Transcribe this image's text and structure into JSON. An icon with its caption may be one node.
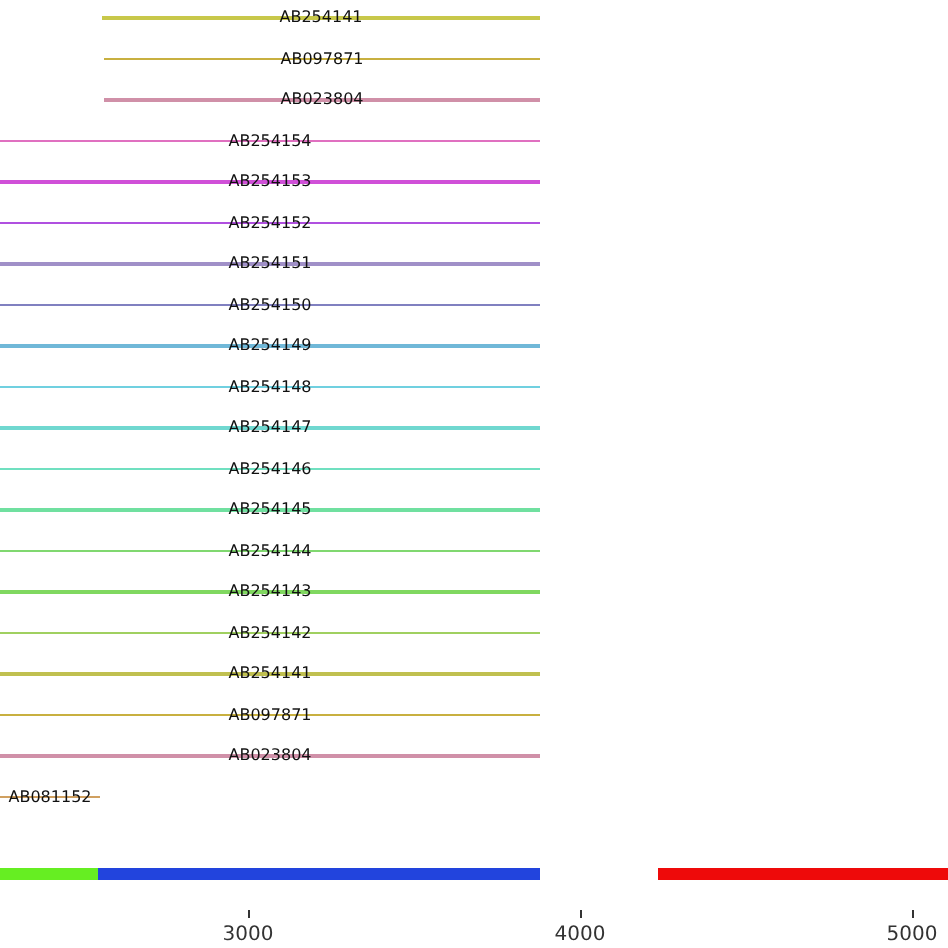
{
  "diagram": {
    "labels": [
      "AB254141",
      "AB097871",
      "AB023804",
      "AB254154",
      "AB254153",
      "AB254152",
      "AB254151",
      "AB254150",
      "AB254149",
      "AB254148",
      "AB254147",
      "AB254146",
      "AB254145",
      "AB254144",
      "AB254143",
      "AB254142",
      "AB254141",
      "AB097871",
      "AB023804",
      "AB081152",
      "3000",
      "4000",
      "5000"
    ]
  }
}
